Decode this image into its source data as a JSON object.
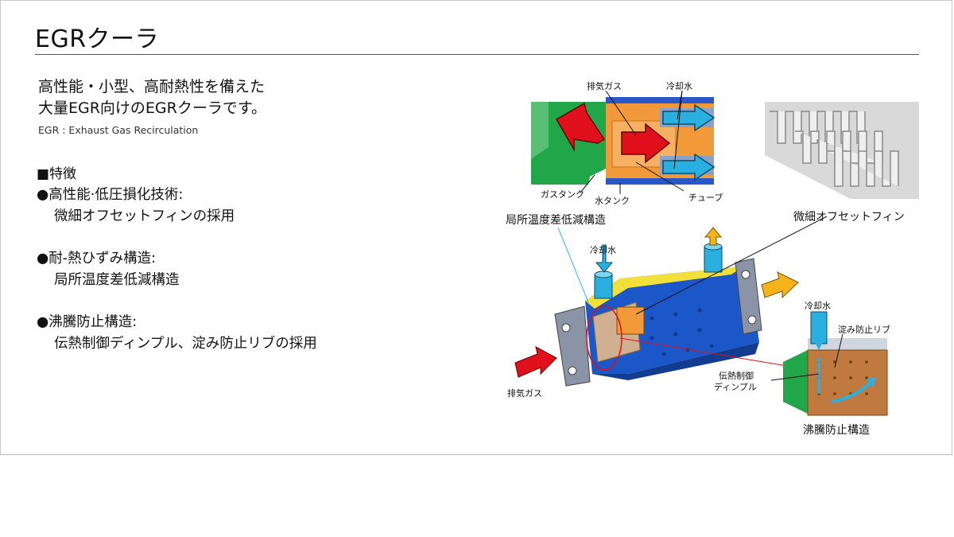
{
  "page": {
    "title": "EGRクーラ",
    "lead_line1": "高性能・小型、高耐熱性を備えた",
    "lead_line2": "大量EGR向けのEGRクーラです。",
    "note": "EGR : Exhaust Gas Recirculation",
    "section_heading": "■特徴",
    "features": [
      {
        "title": "●高性能·低圧損化技術:",
        "detail": "微細オフセットフィンの採用"
      },
      {
        "title": "●耐-熱ひずみ構造:",
        "detail": "局所温度差低減構造"
      },
      {
        "title": "●沸騰防止構造:",
        "detail": "伝熱制御ディンプル、淀み防止リブの採用"
      }
    ]
  },
  "diagram": {
    "label_exhaust_top": "排気ガス",
    "label_coolant_top": "冷却水",
    "label_gas_tank": "ガスタンク",
    "label_water_tank": "水タンク",
    "label_tube": "チューブ",
    "label_local_temp": "局所温度差低減構造",
    "label_offset_fin": "微細オフセットフィン",
    "label_coolant_mid": "冷却水",
    "label_exhaust_bottom": "排気ガス",
    "label_coolant_right": "冷却水",
    "label_stagnation_rib": "淀み防止リブ",
    "label_dimple_1": "伝熱制御",
    "label_dimple_2": "ディンプル",
    "label_boiling": "沸騰防止構造"
  },
  "colors": {
    "exhaust_arrow": "#e0101c",
    "coolant_arrow": "#2ab0e0",
    "tube_orange": "#f29a3a",
    "body_blue": "#1b57c8",
    "tank_green": "#22a64a",
    "outlet_yellow": "#f4b318"
  }
}
